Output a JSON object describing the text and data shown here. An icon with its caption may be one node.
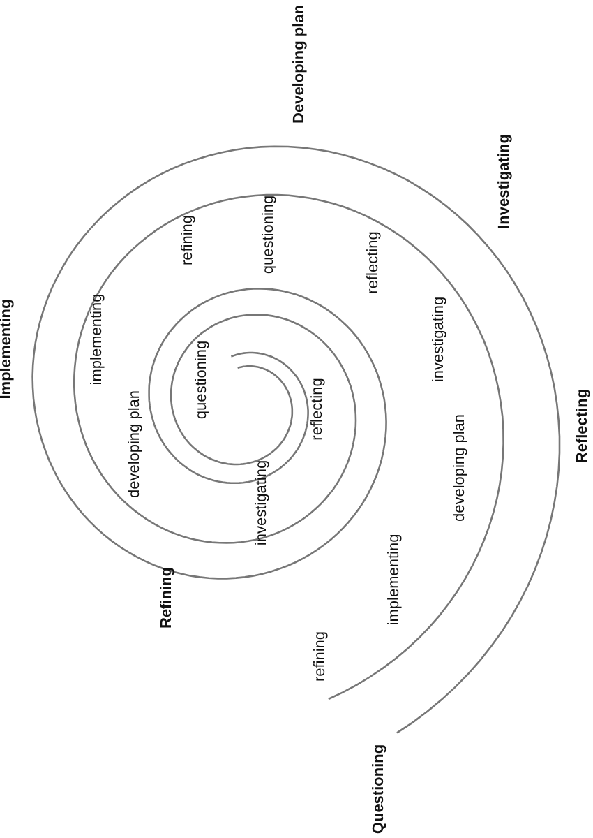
{
  "diagram": {
    "labels": [
      "Developing plan",
      "refining",
      "questioning",
      "reflecting",
      "Investigating",
      "Implementing",
      "implementing",
      "developing plan",
      "questioning",
      "investigating",
      "reflecting",
      "investigating",
      "developing plan",
      "Reflecting",
      "Refining",
      "implementing",
      "refining",
      "Questioning"
    ]
  }
}
